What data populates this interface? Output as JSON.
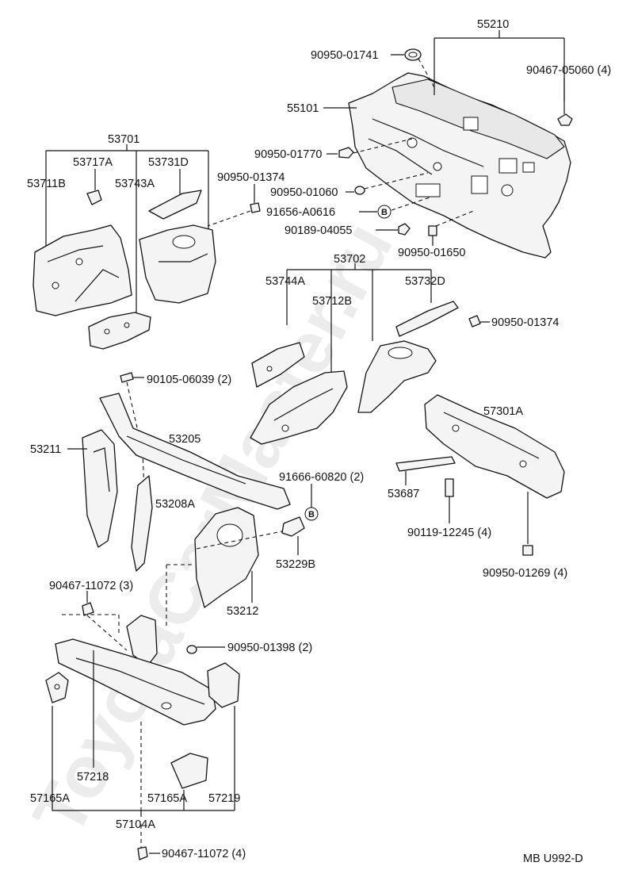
{
  "watermark": "ToyotaCarMaster.ru",
  "diagram_code": "MB U992-D",
  "callout_badge": "B",
  "labels": {
    "p55210": "55210",
    "p90950_01741": "90950-01741",
    "p90467_05060": "90467-05060 (4)",
    "p55101": "55101",
    "p90950_01770": "90950-01770",
    "p90950_01060": "90950-01060",
    "p91656_A0616": "91656-A0616",
    "p90189_04055": "90189-04055",
    "p90950_01650": "90950-01650",
    "p53701": "53701",
    "p53717A": "53717A",
    "p53731D": "53731D",
    "p53711B": "53711B",
    "p53743A": "53743A",
    "p90950_01374a": "90950-01374",
    "p53702": "53702",
    "p53744A": "53744A",
    "p53712B": "53712B",
    "p53732D": "53732D",
    "p90950_01374b": "90950-01374",
    "p90105_06039": "90105-06039 (2)",
    "p53205": "53205",
    "p53211": "53211",
    "p53208A": "53208A",
    "p91666_60820": "91666-60820 (2)",
    "p53229B": "53229B",
    "p53212": "53212",
    "p57301A": "57301A",
    "p53687": "53687",
    "p90119_12245": "90119-12245 (4)",
    "p90950_01269": "90950-01269 (4)",
    "p90467_11072a": "90467-11072 (3)",
    "p90950_01398": "90950-01398 (2)",
    "p57218": "57218",
    "p57165A_left": "57165A",
    "p57165A_mid": "57165A",
    "p57219": "57219",
    "p57104A": "57104A",
    "p90467_11072b": "90467-11072 (4)"
  }
}
